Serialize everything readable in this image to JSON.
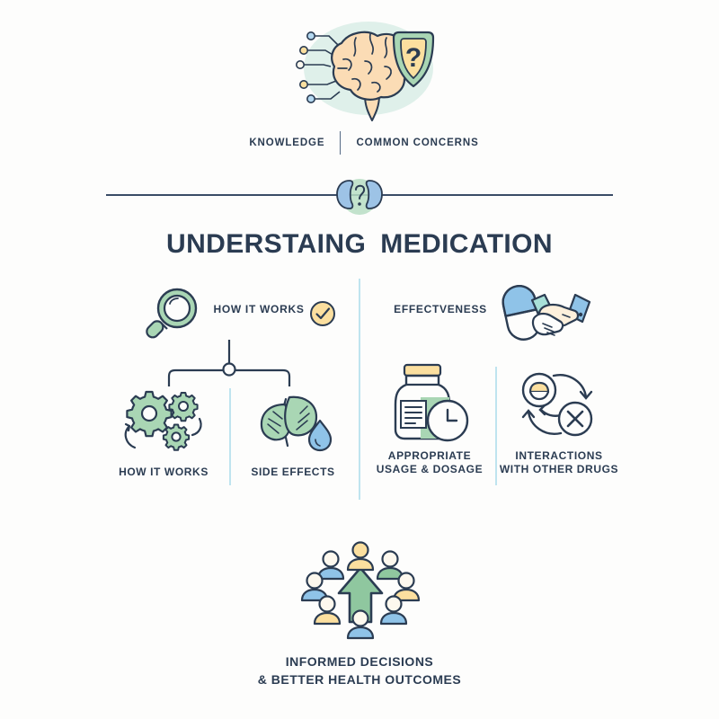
{
  "page": {
    "background_color": "#fdfdfc",
    "text_color": "#2b3c52"
  },
  "palette": {
    "ink": "#2b3c52",
    "green": "#8fc79f",
    "green_light": "#a9d6b4",
    "green_pale": "#cfe8d6",
    "blue": "#8fc3e8",
    "blue_light": "#b4d8f0",
    "yellow": "#fbdf9f",
    "peach": "#fbdcb5",
    "cream": "#fdf0dc",
    "teal_blob": "#dff0ea",
    "divider_blue": "#bfe4ef",
    "divider_dark": "#3a4c66"
  },
  "top": {
    "illustration_name": "brain-shield-question-illustration",
    "labels": [
      {
        "text": "KNOWLEDGE"
      },
      {
        "text": "COMMON CONCERNS"
      }
    ]
  },
  "divider": {
    "badge_name": "kidney-question-badge-icon"
  },
  "title": {
    "part_one": "UNDERSTAING",
    "part_two": "MEDICATION"
  },
  "middle": {
    "left": {
      "top_row": {
        "icon_name": "magnifier-icon",
        "label": "HOW IT WORKS",
        "badge_icon_name": "check-circle-icon"
      },
      "items": [
        {
          "icon_name": "gears-icon",
          "label": "HOW IT WORKS"
        },
        {
          "icon_name": "leaf-droplet-icon",
          "label": "SIDE EFFECTS"
        }
      ]
    },
    "right": {
      "top_row": {
        "label": "EFFECTVENESS",
        "icon_name": "handshake-pill-icon"
      },
      "items": [
        {
          "icon_name": "medicine-bottle-clock-icon",
          "label_line1": "APPROPRIATE",
          "label_line2": "USAGE & DOSAGE"
        },
        {
          "icon_name": "drug-interactions-icon",
          "label_line1": "INTERACTIONS",
          "label_line2": "WITH OTHER DRUGS"
        }
      ]
    }
  },
  "bottom": {
    "icon_name": "people-growth-arrow-icon",
    "caption_line1": "INFORMED DECISIONS",
    "caption_line2": "& BETTER HEALTH OUTCOMES"
  }
}
